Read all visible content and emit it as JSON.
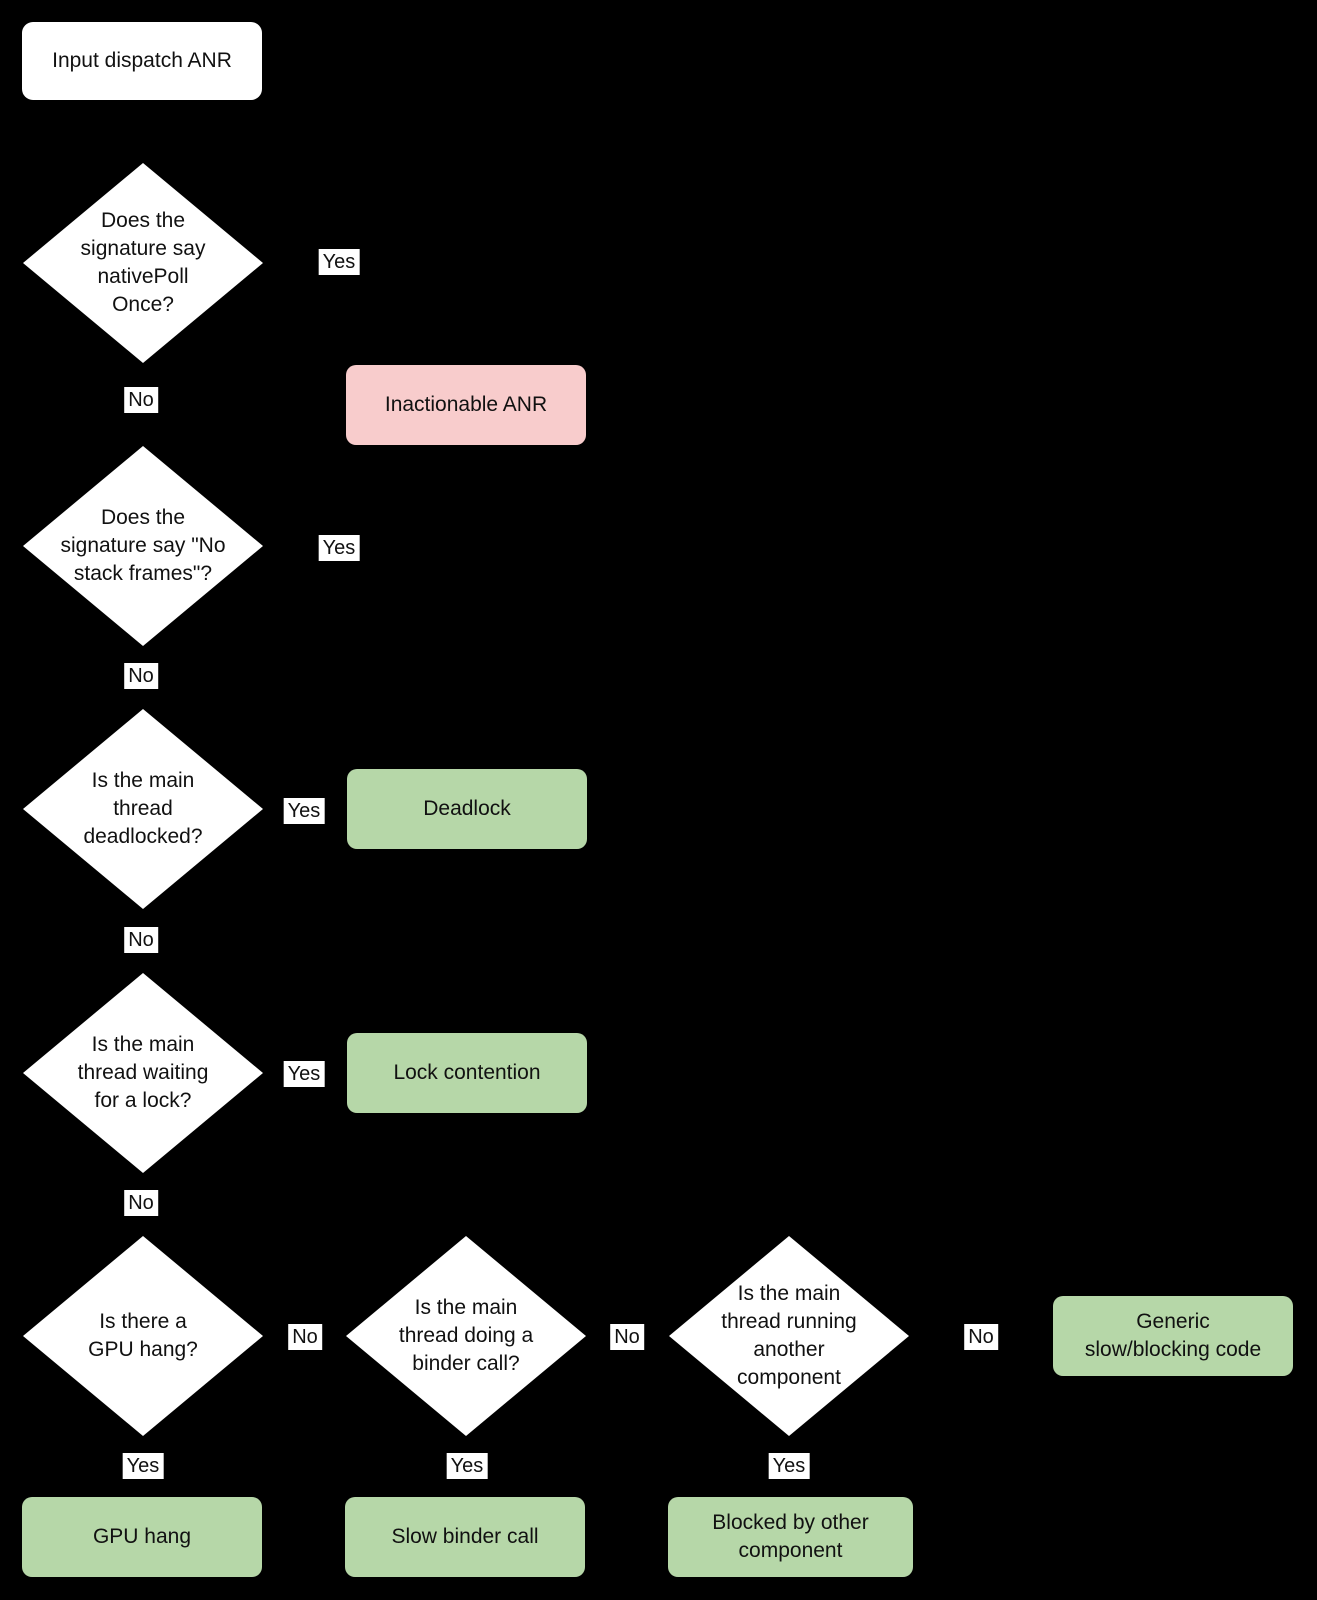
{
  "flowchart": {
    "colors": {
      "background": "#000000",
      "decision_fill": "#ffffff",
      "inactionable_fill": "#f8cccc",
      "outcome_fill": "#b6d7a8",
      "text": "#111111"
    },
    "start": {
      "label": "Input dispatch ANR"
    },
    "edge_labels": {
      "yes": "Yes",
      "no": "No"
    },
    "decisions": [
      {
        "text": "Does the signature say nativePoll Once?",
        "lines": [
          "Does the",
          "signature say",
          "nativePoll",
          "Once?"
        ]
      },
      {
        "text": "Does the signature say \"No stack frames\"?",
        "lines": [
          "Does the",
          "signature say \"No",
          "stack frames\"?"
        ]
      },
      {
        "text": "Is the main thread deadlocked?",
        "lines": [
          "Is the main",
          "thread",
          "deadlocked?"
        ]
      },
      {
        "text": "Is the main thread waiting for a lock?",
        "lines": [
          "Is the main",
          "thread waiting",
          "for a lock?"
        ]
      },
      {
        "text": "Is there a GPU hang?",
        "lines": [
          "Is there a",
          "GPU hang?"
        ]
      },
      {
        "text": "Is the main thread doing a binder call?",
        "lines": [
          "Is the main",
          "thread doing a",
          "binder call?"
        ]
      },
      {
        "text": "Is the main thread running another component",
        "lines": [
          "Is the main",
          "thread running",
          "another",
          "component"
        ]
      }
    ],
    "outcomes": [
      {
        "text": "Inactionable ANR",
        "fill": "#f8cccc",
        "lines": [
          "Inactionable ANR"
        ]
      },
      {
        "text": "Deadlock",
        "fill": "#b6d7a8",
        "lines": [
          "Deadlock"
        ]
      },
      {
        "text": "Lock contention",
        "fill": "#b6d7a8",
        "lines": [
          "Lock contention"
        ]
      },
      {
        "text": "Generic slow/blocking code",
        "fill": "#b6d7a8",
        "lines": [
          "Generic",
          "slow/blocking code"
        ]
      },
      {
        "text": "GPU hang",
        "fill": "#b6d7a8",
        "lines": [
          "GPU hang"
        ]
      },
      {
        "text": "Slow binder call",
        "fill": "#b6d7a8",
        "lines": [
          "Slow binder call"
        ]
      },
      {
        "text": "Blocked by other component",
        "fill": "#b6d7a8",
        "lines": [
          "Blocked by other",
          "component"
        ]
      }
    ]
  }
}
